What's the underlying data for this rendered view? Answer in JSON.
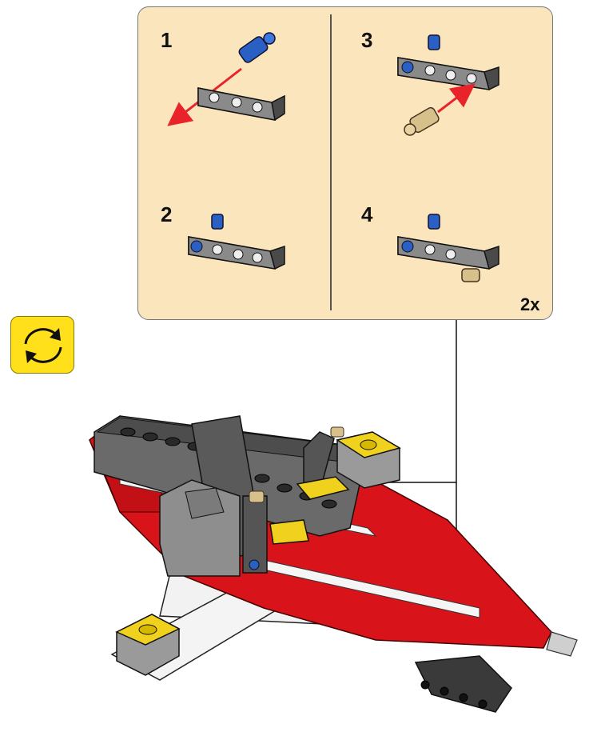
{
  "steps": [
    {
      "number": "1"
    },
    {
      "number": "2"
    },
    {
      "number": "3"
    },
    {
      "number": "4"
    }
  ],
  "multiplier": "2x",
  "icons": {
    "rotate": "rotate-model-icon"
  },
  "colors": {
    "panel_bg": "#fbe5bd",
    "rotate_bg": "#ffe01b",
    "arrow_red": "#e8242a",
    "brick_red": "#d8141a",
    "brick_gray": "#6e6e6e",
    "brick_dark": "#3a3a3a",
    "pin_blue": "#2a5fc4",
    "pin_tan": "#d8c08a",
    "brick_yellow": "#f0d11e"
  }
}
